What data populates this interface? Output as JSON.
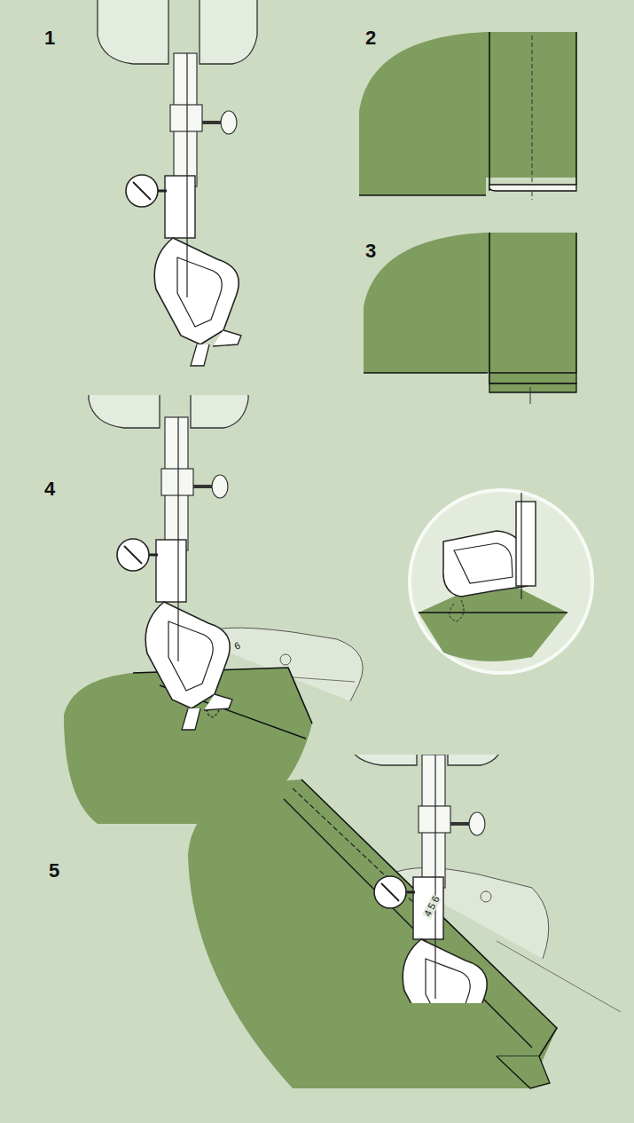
{
  "diagram": {
    "labels": [
      "1",
      "2",
      "3",
      "4",
      "5",
      "6",
      "4 5 6"
    ]
  }
}
